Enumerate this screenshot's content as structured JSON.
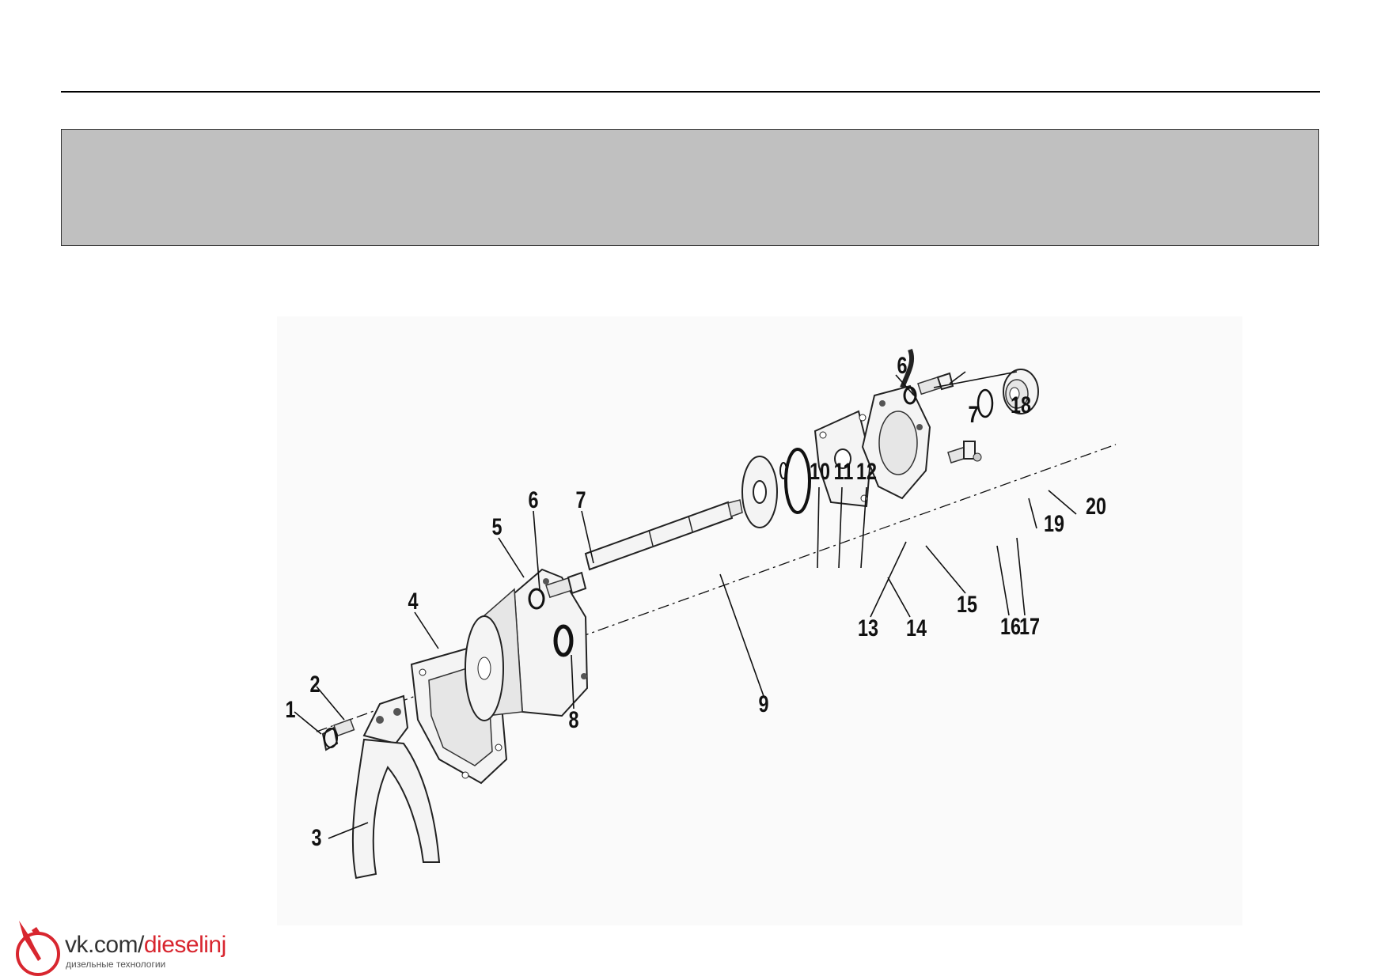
{
  "callouts": [
    "1",
    "2",
    "3",
    "4",
    "5",
    "6",
    "7",
    "8",
    "9",
    "10",
    "11",
    "12",
    "13",
    "14",
    "15",
    "16",
    "17",
    "18",
    "19",
    "20"
  ],
  "logo": {
    "icon": "diesel-injector-icon",
    "url_prefix": "vk.com/",
    "url_highlight": "dieselinj",
    "tagline": "дизельные технологии",
    "accent_color": "#d8262f"
  },
  "colors": {
    "banner": "#c0c0c0",
    "ink": "#111111"
  }
}
